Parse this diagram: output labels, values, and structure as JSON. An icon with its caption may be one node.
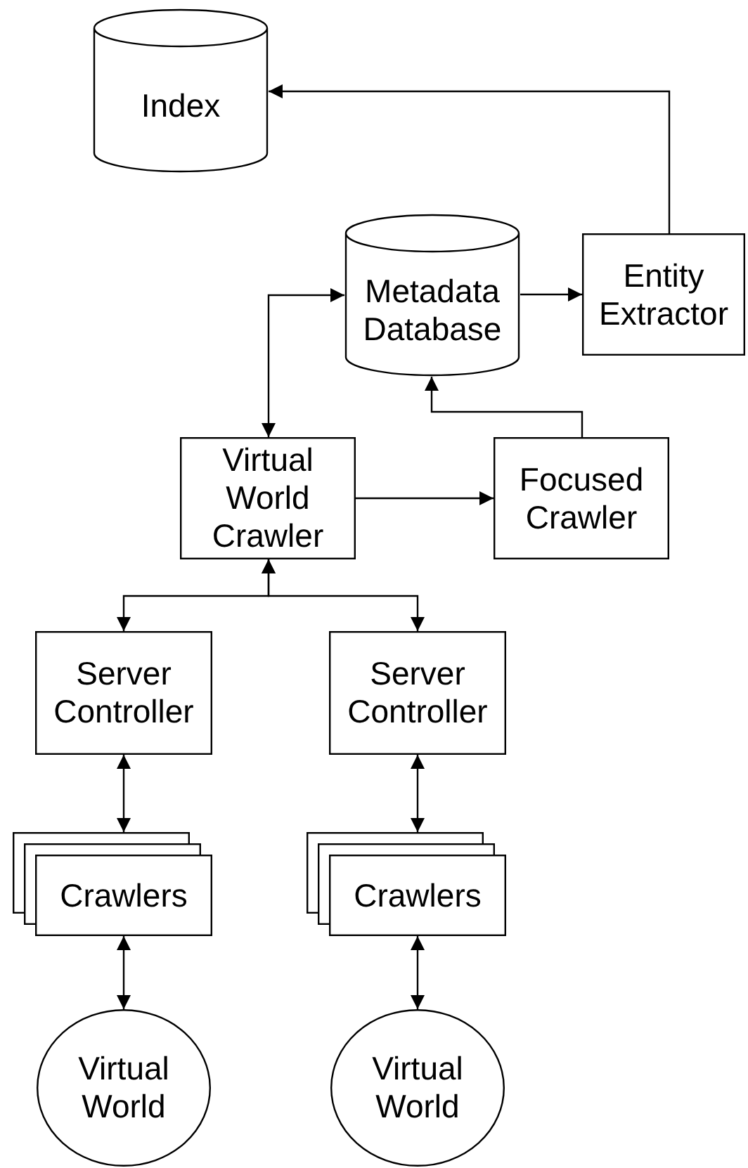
{
  "diagram": {
    "nodes": [
      {
        "text": [
          "Index"
        ]
      },
      {
        "text": [
          "Metadata Database"
        ]
      },
      {
        "text": [
          "Entity Extractor"
        ]
      },
      {
        "text": [
          "Virtual World Crawler"
        ]
      },
      {
        "text": [
          "Focused Crawler"
        ]
      },
      {
        "text": [
          "Server Controller"
        ]
      },
      {
        "text": [
          "Server Controller"
        ]
      },
      {
        "text": [
          "Crawlers"
        ]
      },
      {
        "text": [
          "Crawlers"
        ]
      },
      {
        "text": [
          "Virtual World"
        ]
      },
      {
        "text": [
          "Virtual World"
        ]
      }
    ],
    "edges": [
      {
        "from": 2,
        "to": 0,
        "arrow": "to"
      },
      {
        "from": 1,
        "to": 2,
        "arrow": "to"
      },
      {
        "from": 3,
        "to": 1,
        "arrow": "both"
      },
      {
        "from": 3,
        "to": 4,
        "arrow": "to"
      },
      {
        "from": 4,
        "to": 1,
        "arrow": "to"
      },
      {
        "from": 3,
        "to": 5,
        "arrow": "both"
      },
      {
        "from": 3,
        "to": 6,
        "arrow": "both"
      },
      {
        "from": 5,
        "to": 7,
        "arrow": "both"
      },
      {
        "from": 6,
        "to": 8,
        "arrow": "both"
      },
      {
        "from": 7,
        "to": 9,
        "arrow": "both"
      },
      {
        "from": 8,
        "to": 10,
        "arrow": "both"
      }
    ]
  }
}
